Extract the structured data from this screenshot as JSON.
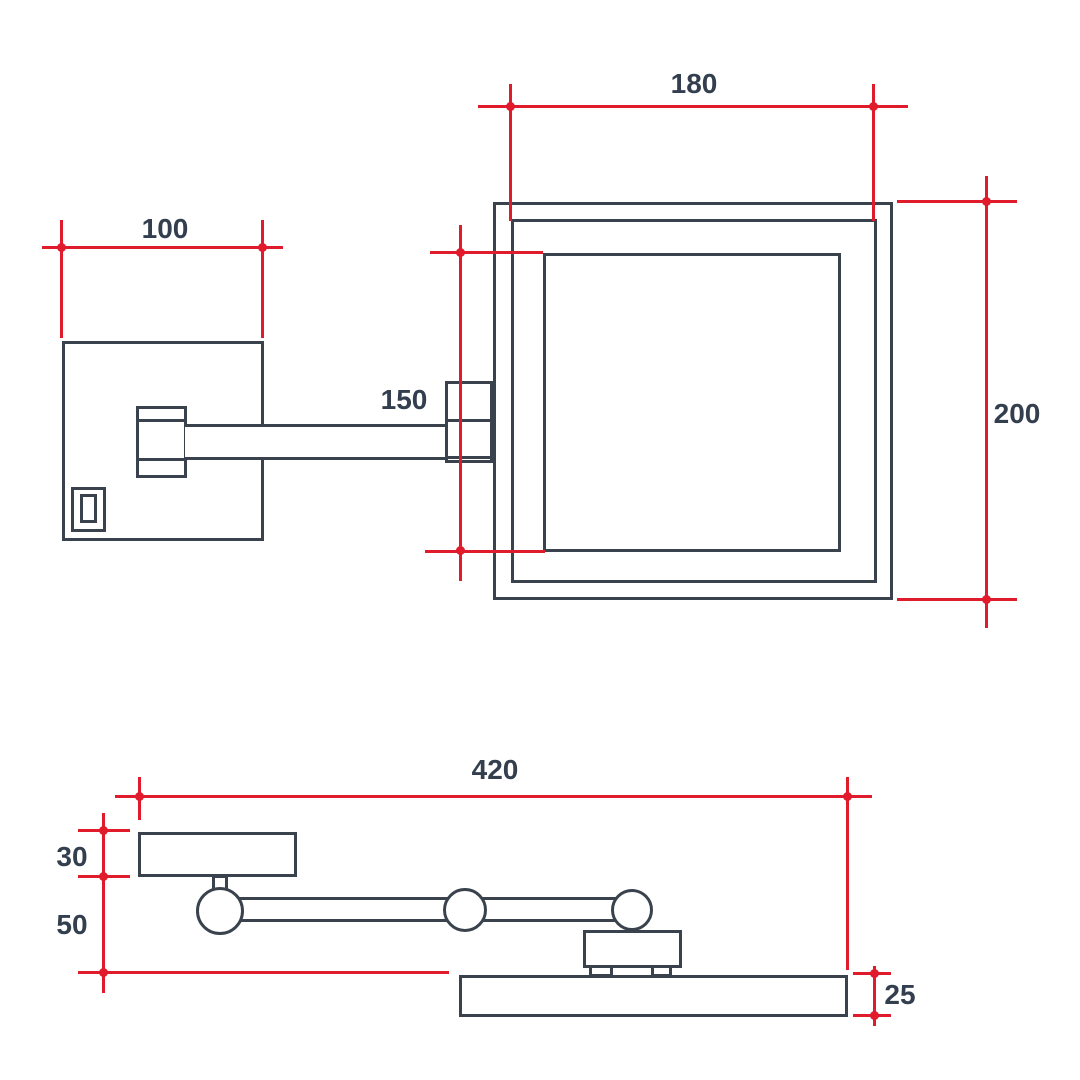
{
  "diagram": {
    "colors": {
      "dimension_red": "#e01b2b",
      "object_line": "#3a434d",
      "label_text": "#333f4e",
      "background": "#ffffff"
    },
    "front_view": {
      "plate_width": "100",
      "frame_width": "180",
      "glass_size": "150",
      "frame_height": "200"
    },
    "side_view": {
      "total_reach": "420",
      "plate_thickness": "30",
      "arm_offset": "50",
      "mirror_thickness": "25"
    }
  }
}
